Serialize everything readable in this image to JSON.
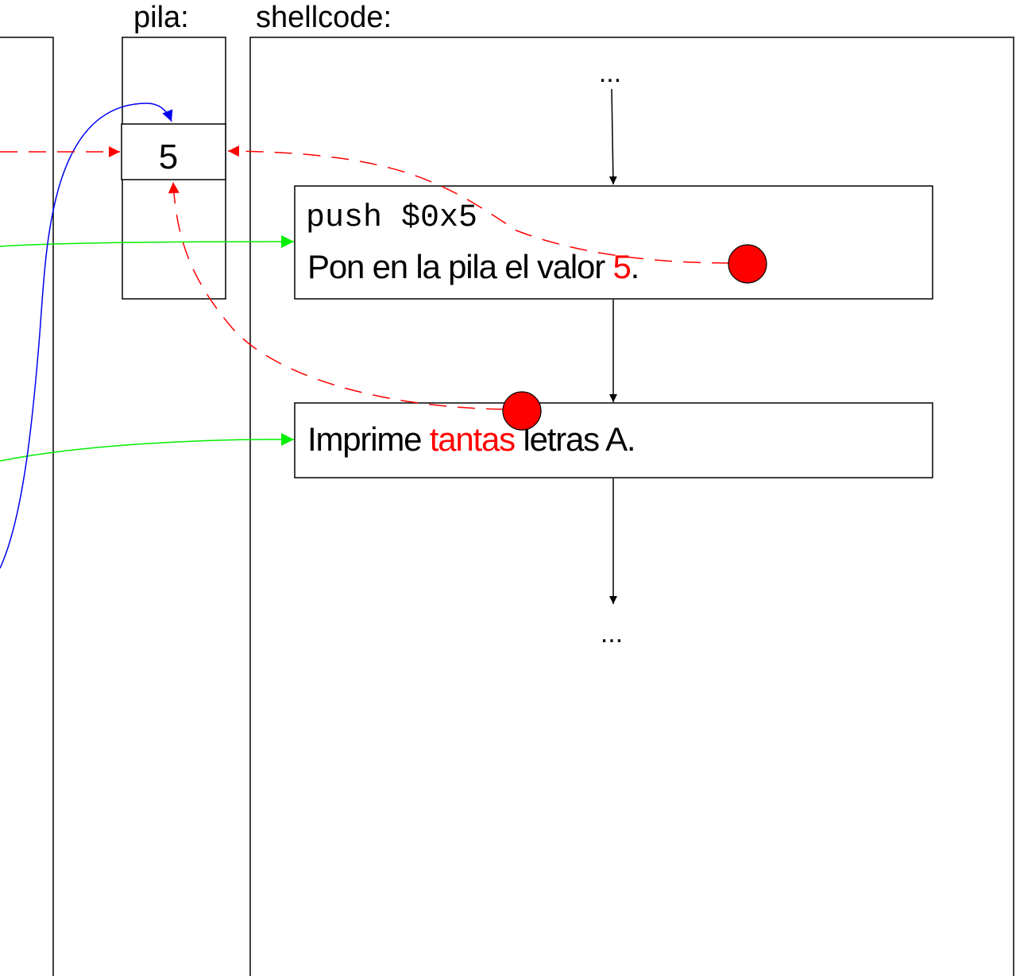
{
  "labels": {
    "stack": "pila:",
    "shellcode": "shellcode:"
  },
  "stack": {
    "value": "5"
  },
  "shellcode": {
    "ellipsis_top": "...",
    "ellipsis_bottom": "...",
    "instr1": {
      "code": "push $0x5",
      "desc_prefix": "Pon en la pila el valor ",
      "desc_value": "5",
      "desc_suffix": "."
    },
    "instr2": {
      "desc_prefix": "Imprime ",
      "desc_highlight": "tantas",
      "desc_suffix": " letras A."
    }
  },
  "colors": {
    "red": "#ff0000",
    "green": "#00ee00",
    "blue": "#0000ee",
    "black": "#000000"
  }
}
